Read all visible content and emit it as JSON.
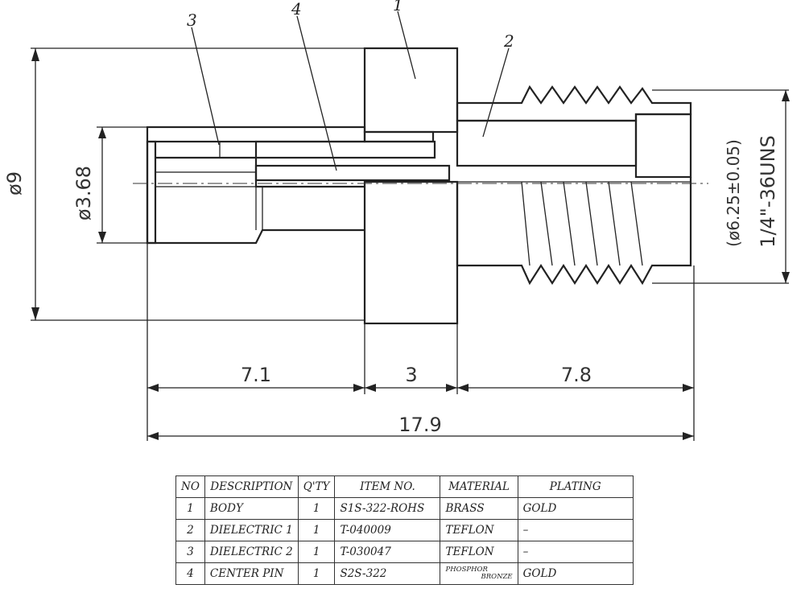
{
  "dimensions": {
    "overall_diameter": "ø9",
    "inner_diameter": "ø3.68",
    "thread_minor": "(ø6.25±0.05)",
    "thread_spec": "1/4\"-36UNS",
    "length_left": "7.1",
    "length_middle": "3",
    "length_right": "7.8",
    "length_total": "17.9"
  },
  "part_callouts": [
    "1",
    "2",
    "3",
    "4"
  ],
  "bom": {
    "headers": [
      "NO",
      "DESCRIPTION",
      "Q'TY",
      "ITEM NO.",
      "MATERIAL",
      "PLATING"
    ],
    "rows": [
      {
        "no": "1",
        "description": "BODY",
        "qty": "1",
        "item_no": "S1S-322-ROHS",
        "material": "BRASS",
        "plating": "GOLD"
      },
      {
        "no": "2",
        "description": "DIELECTRIC 1",
        "qty": "1",
        "item_no": "T-040009",
        "material": "TEFLON",
        "plating": "–"
      },
      {
        "no": "3",
        "description": "DIELECTRIC 2",
        "qty": "1",
        "item_no": "T-030047",
        "material": "TEFLON",
        "plating": "–"
      },
      {
        "no": "4",
        "description": "CENTER PIN",
        "qty": "1",
        "item_no": "S2S-322",
        "material_line1": "PHOSPHOR",
        "material_line2": "BRONZE",
        "plating": "GOLD"
      }
    ]
  }
}
